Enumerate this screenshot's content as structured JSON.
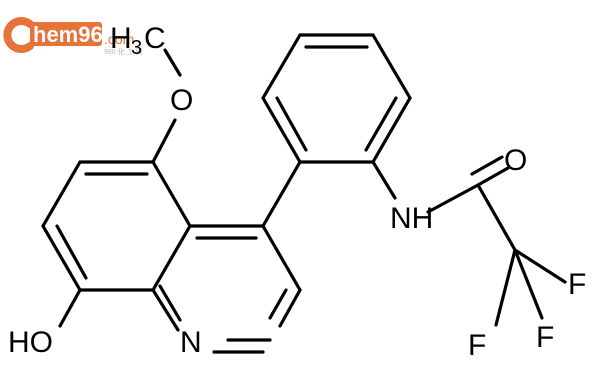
{
  "watermark": {
    "text": "hem960",
    "suffix": ".com",
    "subtitle": "960 化 工 网",
    "brand_color": "#e8733a"
  },
  "molecule": {
    "atoms": {
      "methyl": "H",
      "methyl_subscript": "3",
      "methyl_c": "C",
      "methoxy_o": "O",
      "hydroxyl": "HO",
      "ring_n": "N",
      "amide_nh": "NH",
      "carbonyl_o": "O",
      "f1": "F",
      "f2": "F",
      "f3": "F"
    }
  }
}
